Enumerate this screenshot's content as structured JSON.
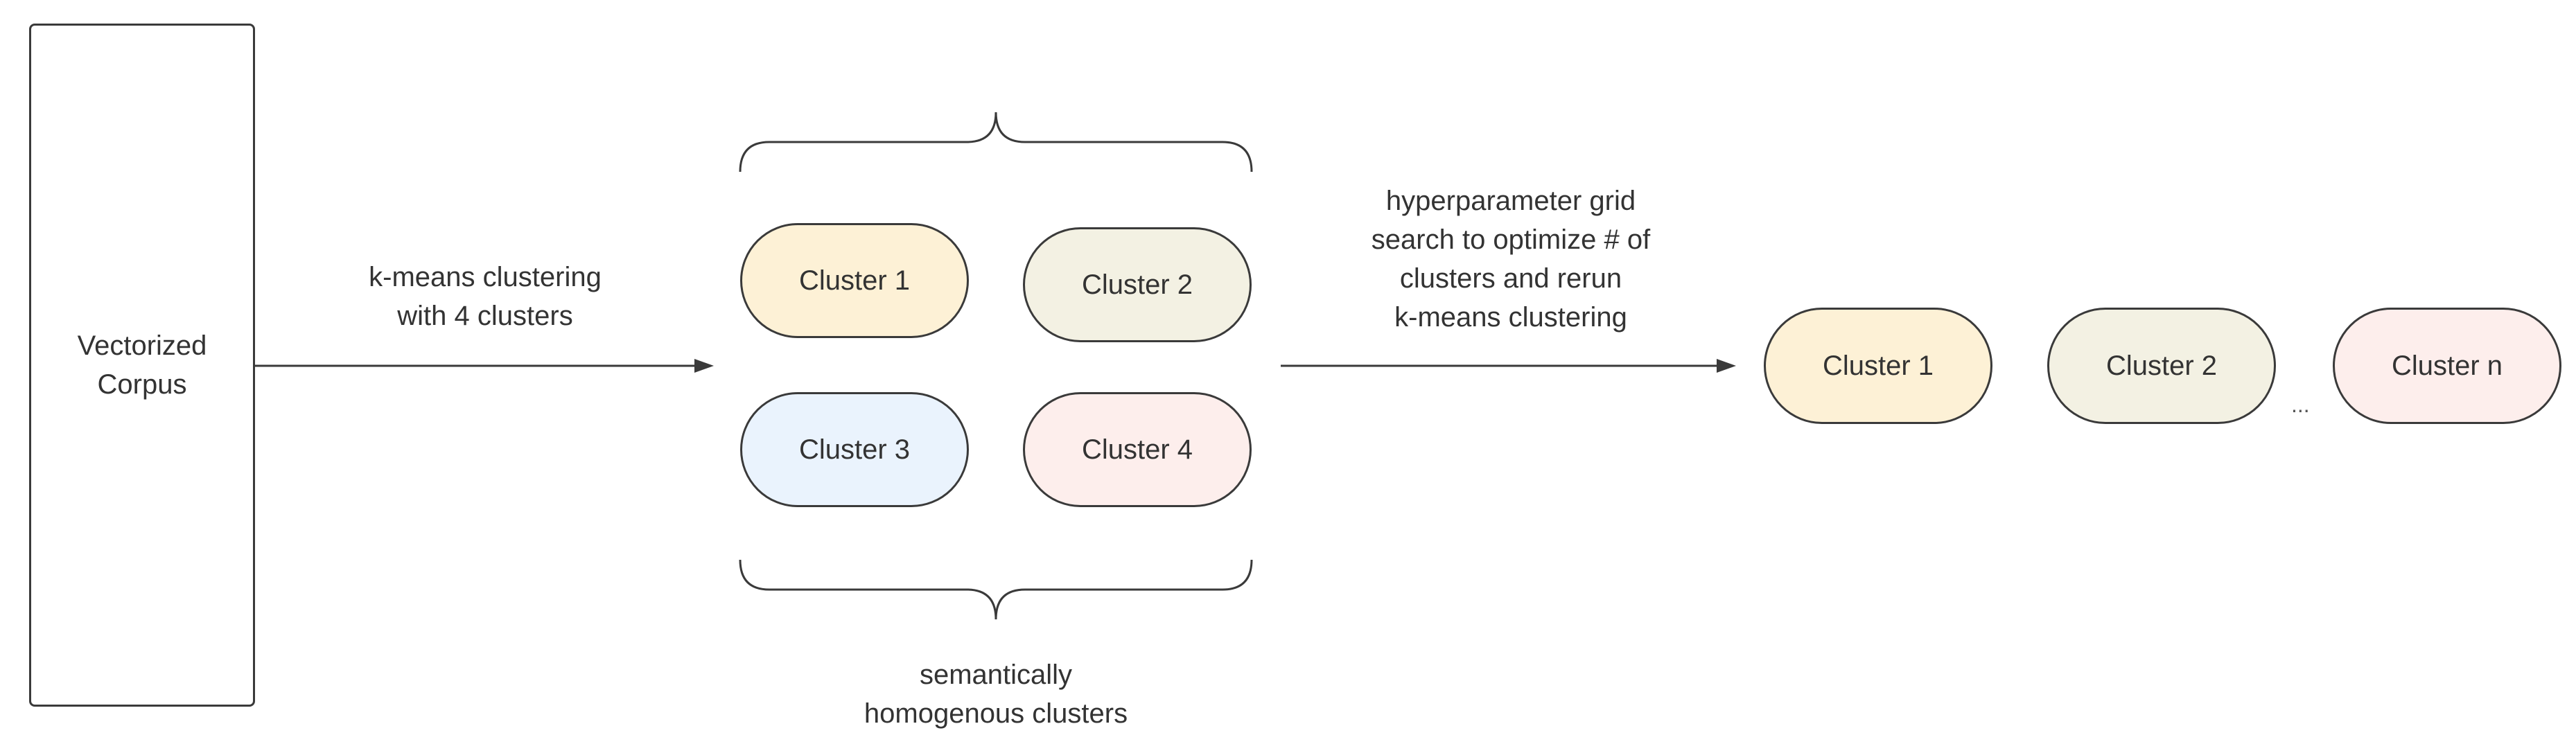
{
  "corpus": {
    "label": "Vectorized\nCorpus"
  },
  "step1_label": {
    "line1": "k-means clustering",
    "line2": "with 4 clusters"
  },
  "initial_clusters": [
    {
      "label": "Cluster 1",
      "color": "#fdf1d6"
    },
    {
      "label": "Cluster 2",
      "color": "#f3f1e3"
    },
    {
      "label": "Cluster 3",
      "color": "#eaf3fd"
    },
    {
      "label": "Cluster 4",
      "color": "#fdeeec"
    }
  ],
  "brace_caption": {
    "line1": "semantically",
    "line2": "homogenous clusters"
  },
  "step2_label": {
    "line1": "hyperparameter grid",
    "line2": "search to optimize # of",
    "line3": "clusters and rerun",
    "line4": "k-means clustering"
  },
  "final_clusters": [
    {
      "label": "Cluster 1",
      "color": "#fdf1d6"
    },
    {
      "label": "Cluster 2",
      "color": "#f3f1e3"
    },
    {
      "label": "Cluster n",
      "color": "#fdeeec"
    }
  ],
  "ellipsis": "..."
}
